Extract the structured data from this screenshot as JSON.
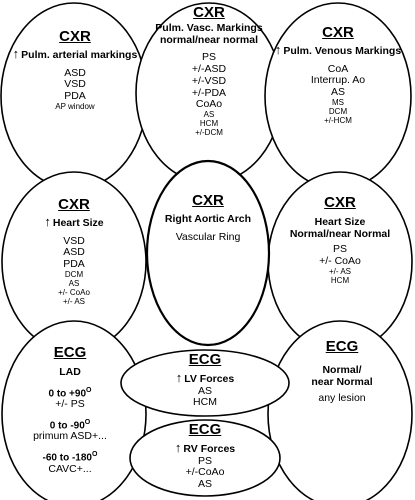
{
  "arrow_symbol": "↑",
  "panels": {
    "cxr_pulm_arterial": {
      "title": "CXR",
      "subtitle": "Pulm. arterial markings",
      "items": [
        "ASD",
        "VSD",
        "PDA"
      ],
      "small_items": [
        "AP window"
      ]
    },
    "cxr_pulm_vasc_normal": {
      "title": "CXR",
      "subtitle_line1": "Pulm. Vasc. Markings",
      "subtitle_line2": "normal/near normal",
      "items": [
        "PS",
        "+/-ASD",
        "+/-VSD",
        "+/-PDA",
        "CoAo"
      ],
      "small_items": [
        "AS",
        "HCM",
        "+/-DCM"
      ]
    },
    "cxr_pulm_venous": {
      "title": "CXR",
      "subtitle": "Pulm. Venous Markings",
      "items": [
        "CoA",
        "Interrup. Ao",
        "AS"
      ],
      "small_items": [
        "MS",
        "DCM",
        "+/-HCM"
      ]
    },
    "cxr_heart_size": {
      "title": "CXR",
      "subtitle": "Heart Size",
      "items": [
        "VSD",
        "ASD",
        "PDA"
      ],
      "small_items": [
        "DCM",
        "AS",
        "+/- CoAo",
        "+/- AS"
      ]
    },
    "cxr_right_aortic_arch": {
      "title": "CXR",
      "subtitle": "Right Aortic Arch",
      "items": [
        "Vascular Ring"
      ]
    },
    "cxr_heart_size_normal": {
      "title": "CXR",
      "subtitle_line1": "Heart Size",
      "subtitle_line2": "Normal/near Normal",
      "items": [
        "PS",
        "+/- CoAo"
      ],
      "small_items": [
        "+/- AS",
        "HCM"
      ]
    },
    "ecg_lad": {
      "title": "ECG",
      "subtitle": "LAD",
      "groups": [
        {
          "range": "0 to +90",
          "deg": "O",
          "detail": "+/- PS"
        },
        {
          "range": "0 to -90",
          "deg": "O",
          "detail": "primum ASD+..."
        },
        {
          "range": "-60 to -180",
          "deg": "O",
          "detail": "CAVC+..."
        }
      ]
    },
    "ecg_lv_forces": {
      "title": "ECG",
      "subtitle": "LV Forces",
      "items": [
        "AS",
        "HCM"
      ]
    },
    "ecg_rv_forces": {
      "title": "ECG",
      "subtitle": "RV Forces",
      "items": [
        "PS",
        "+/-CoAo",
        "AS"
      ]
    },
    "ecg_normal": {
      "title": "ECG",
      "subtitle_line1": "Normal/",
      "subtitle_line2": "near Normal",
      "items": [
        "any lesion"
      ]
    }
  }
}
